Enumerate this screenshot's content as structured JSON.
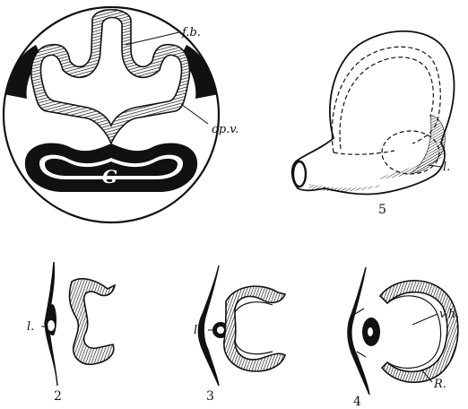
{
  "figure": {
    "fig1": {
      "label_fb": "f.b.",
      "label_opv": "op.v.",
      "label_g": "G"
    },
    "fig2": {
      "label_l": "l.",
      "number": "2"
    },
    "fig3": {
      "label_l": "l.",
      "number": "3"
    },
    "fig4": {
      "label_vh": "v.h.",
      "label_r": "R.",
      "number": "4"
    },
    "fig5": {
      "label_l": "l.",
      "number": "5"
    },
    "colors": {
      "ink": "#111111",
      "paper": "#ffffff"
    }
  }
}
